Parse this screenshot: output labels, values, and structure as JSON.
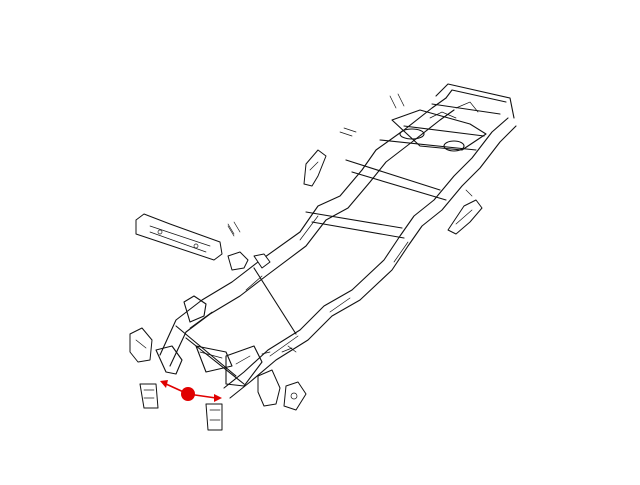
{
  "diagram": {
    "subject": "vehicle-frame-exploded-view",
    "colors": {
      "line": "#111111",
      "background": "#ffffff",
      "callout": "#e00000"
    },
    "callout": {
      "marker": "filled-circle",
      "arrows": 2
    }
  }
}
